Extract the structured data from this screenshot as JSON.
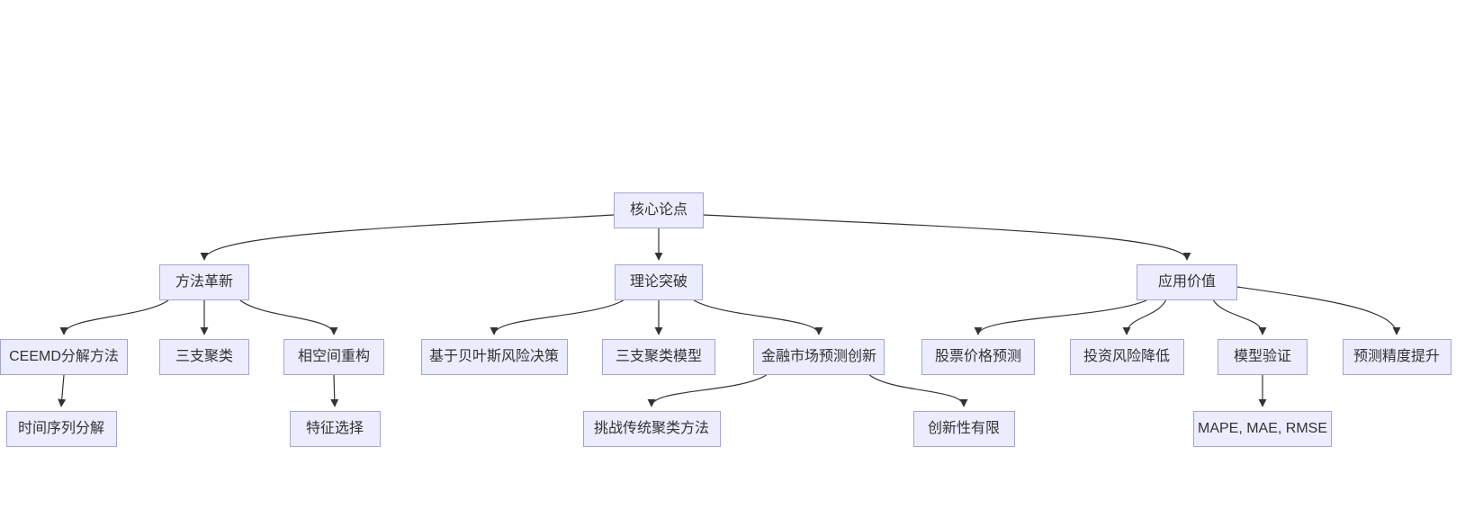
{
  "colors": {
    "background": "#ffffff",
    "node_fill": "#ececff",
    "node_border": "#a3a3d6",
    "edge": "#333333",
    "text": "#333333"
  },
  "diagram": {
    "type": "flowchart-tree",
    "nodes": [
      {
        "id": "core",
        "label": "核心论点"
      },
      {
        "id": "method",
        "label": "方法革新"
      },
      {
        "id": "theory",
        "label": "理论突破"
      },
      {
        "id": "application",
        "label": "应用价值"
      },
      {
        "id": "ceemd",
        "label": "CEEMD分解方法"
      },
      {
        "id": "threeway",
        "label": "三支聚类"
      },
      {
        "id": "phase",
        "label": "相空间重构"
      },
      {
        "id": "bayes",
        "label": "基于贝叶斯风险决策"
      },
      {
        "id": "twcmodel",
        "label": "三支聚类模型"
      },
      {
        "id": "finance",
        "label": "金融市场预测创新"
      },
      {
        "id": "stock",
        "label": "股票价格预测"
      },
      {
        "id": "risk",
        "label": "投资风险降低"
      },
      {
        "id": "validation",
        "label": "模型验证"
      },
      {
        "id": "precision",
        "label": "预测精度提升"
      },
      {
        "id": "decomp",
        "label": "时间序列分解"
      },
      {
        "id": "feature",
        "label": "特征选择"
      },
      {
        "id": "challenge",
        "label": "挑战传统聚类方法"
      },
      {
        "id": "limited",
        "label": "创新性有限"
      },
      {
        "id": "mape",
        "label": "MAPE, MAE, RMSE"
      }
    ],
    "edges": [
      {
        "from": "core",
        "to": "method"
      },
      {
        "from": "core",
        "to": "theory"
      },
      {
        "from": "core",
        "to": "application"
      },
      {
        "from": "method",
        "to": "ceemd"
      },
      {
        "from": "method",
        "to": "threeway"
      },
      {
        "from": "method",
        "to": "phase"
      },
      {
        "from": "theory",
        "to": "bayes"
      },
      {
        "from": "theory",
        "to": "twcmodel"
      },
      {
        "from": "theory",
        "to": "finance"
      },
      {
        "from": "application",
        "to": "stock"
      },
      {
        "from": "application",
        "to": "risk"
      },
      {
        "from": "application",
        "to": "validation"
      },
      {
        "from": "application",
        "to": "precision"
      },
      {
        "from": "ceemd",
        "to": "decomp"
      },
      {
        "from": "phase",
        "to": "feature"
      },
      {
        "from": "finance",
        "to": "challenge"
      },
      {
        "from": "finance",
        "to": "limited"
      },
      {
        "from": "validation",
        "to": "mape"
      }
    ]
  }
}
